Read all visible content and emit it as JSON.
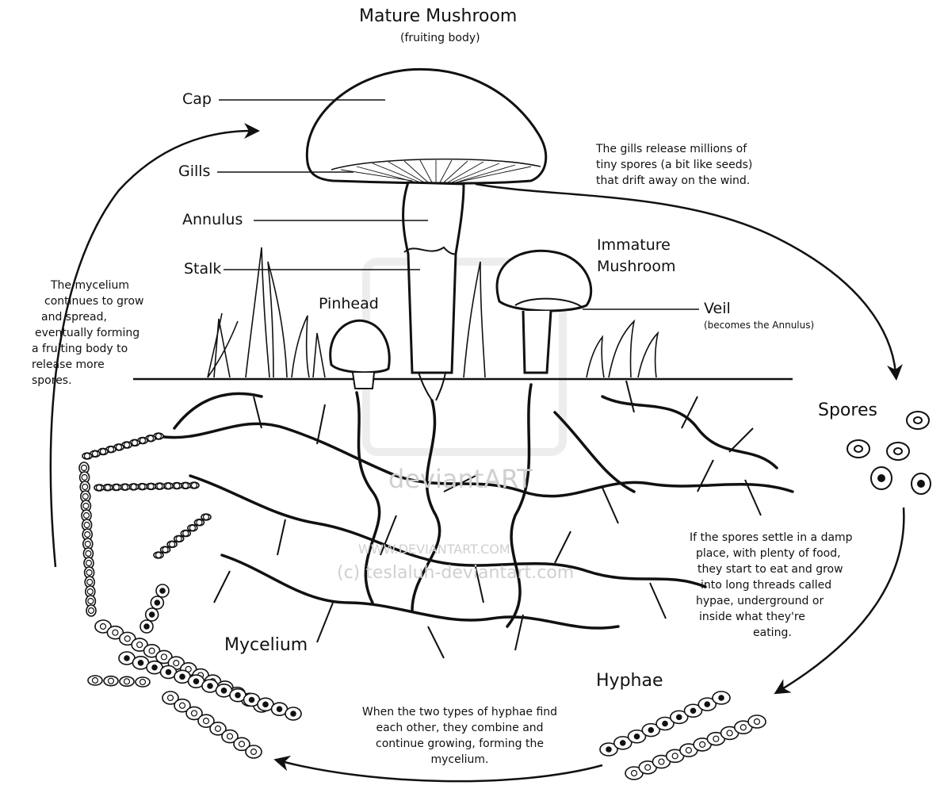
{
  "title": "Mature Mushroom",
  "subtitle": "(fruiting body)",
  "labels": {
    "cap": "Cap",
    "gills": "Gills",
    "annulus": "Annulus",
    "stalk": "Stalk",
    "pinhead": "Pinhead",
    "immature_line1": "Immature",
    "immature_line2": "Mushroom",
    "veil": "Veil",
    "veil_note": "(becomes the Annulus)",
    "spores": "Spores",
    "hyphae": "Hyphae",
    "mycelium": "Mycelium"
  },
  "notes": {
    "gills": [
      "The gills release millions of",
      "tiny spores (a bit like seeds)",
      "that drift away on the wind."
    ],
    "mycelium_grow": [
      "The mycelium",
      "continues to grow",
      "and spread,",
      "eventually forming",
      "a fruiting body to",
      "release more",
      "spores."
    ],
    "spores_settle": [
      "If the spores settle in a damp",
      "place, with plenty of  food,",
      "they start to eat and grow",
      "into long threads called",
      "hypae, underground or",
      "inside what they're",
      "eating."
    ],
    "hyphae_combine": [
      "When the two types of hyphae find",
      "each other, they combine and",
      "continue growing, forming the",
      "mycelium."
    ]
  },
  "watermark": {
    "brand": "deviantART",
    "url": "WWW.DEVIANTART.COM",
    "credit": "(c) teslaluh-deviantart.com"
  }
}
